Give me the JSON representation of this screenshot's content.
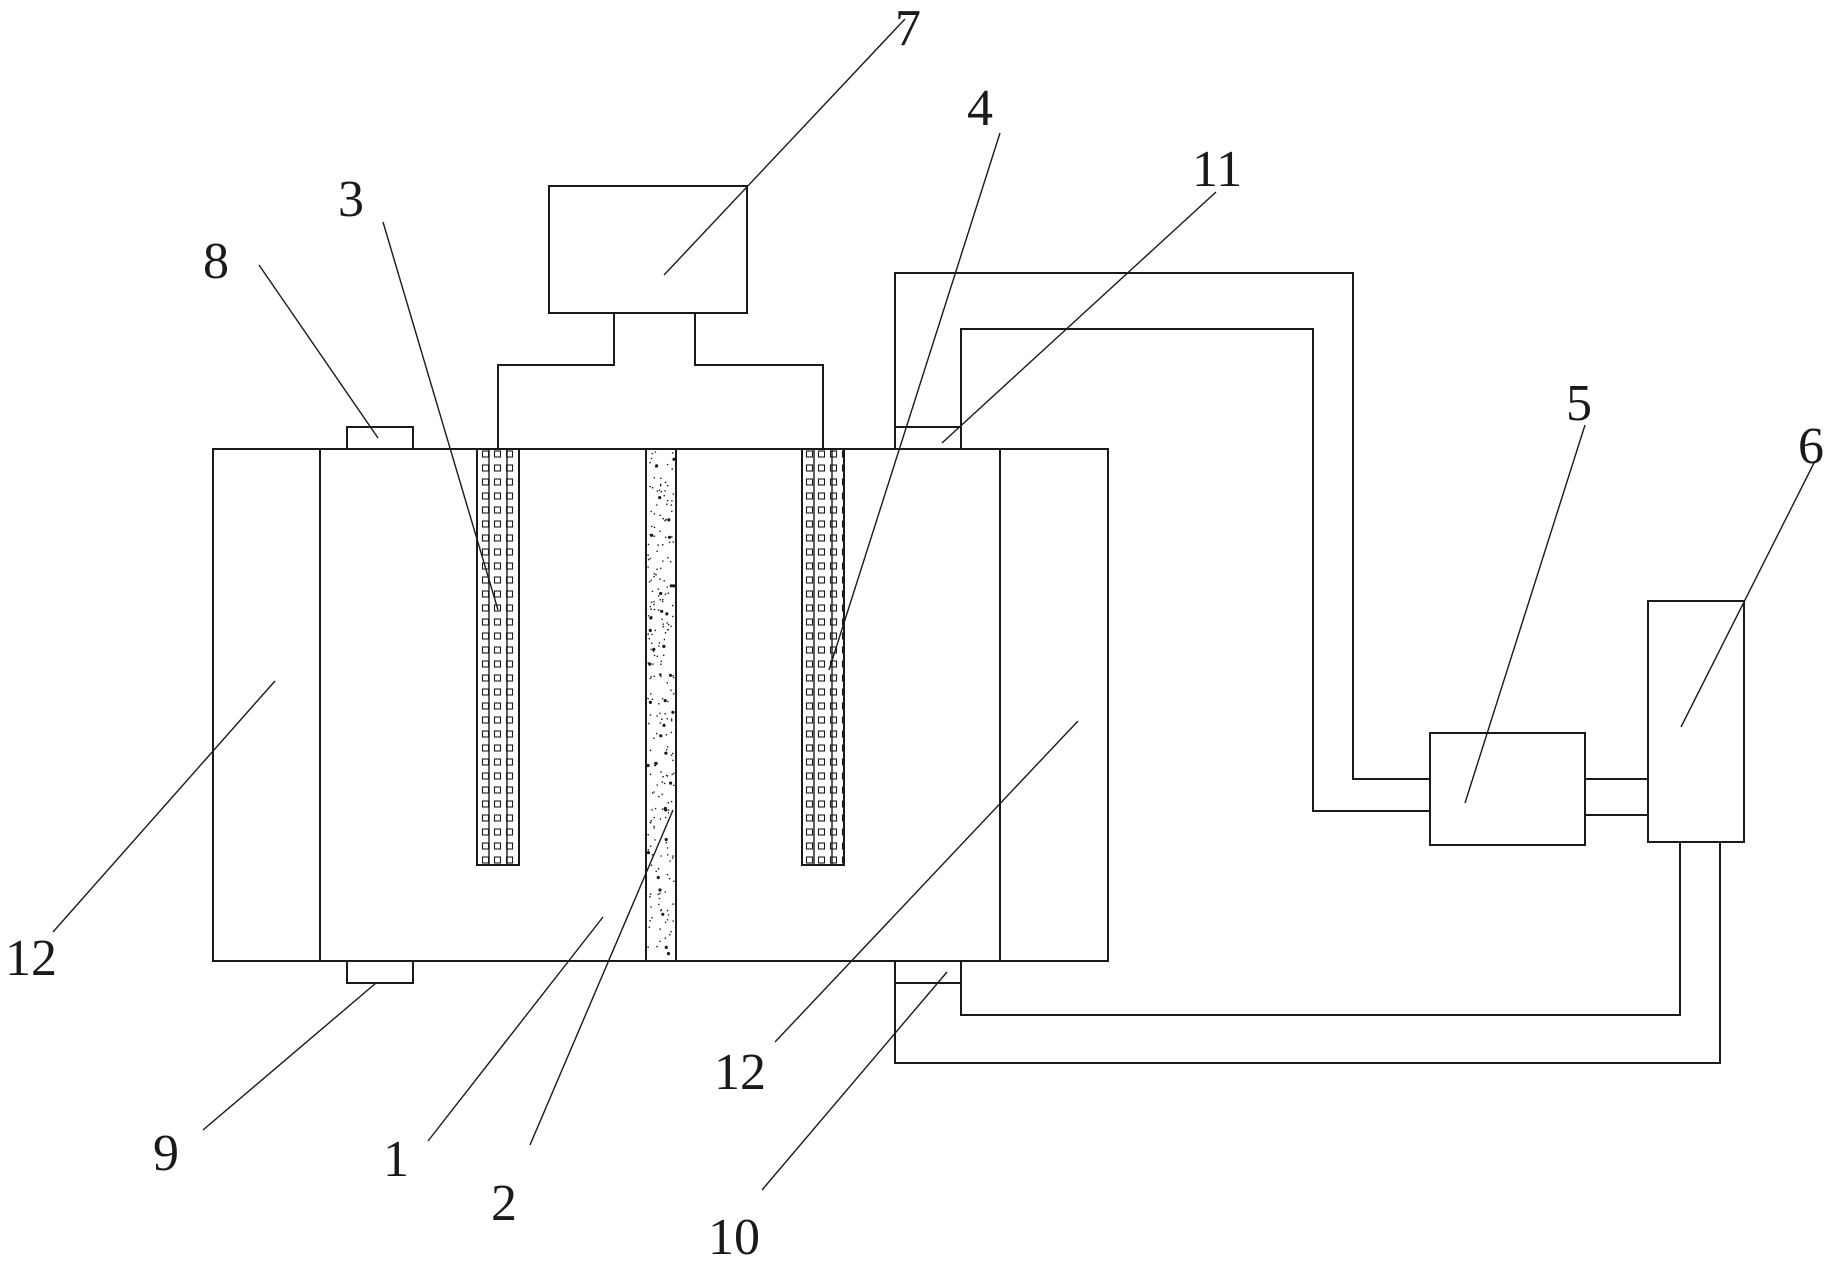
{
  "labels": {
    "l1": "1",
    "l2": "2",
    "l3": "3",
    "l4": "4",
    "l5": "5",
    "l6": "6",
    "l7": "7",
    "l8": "8",
    "l9": "9",
    "l10": "10",
    "l11": "11",
    "l12_left": "12",
    "l12_right": "12"
  },
  "colors": {
    "line": "#1a1a1a",
    "background": "#ffffff"
  }
}
